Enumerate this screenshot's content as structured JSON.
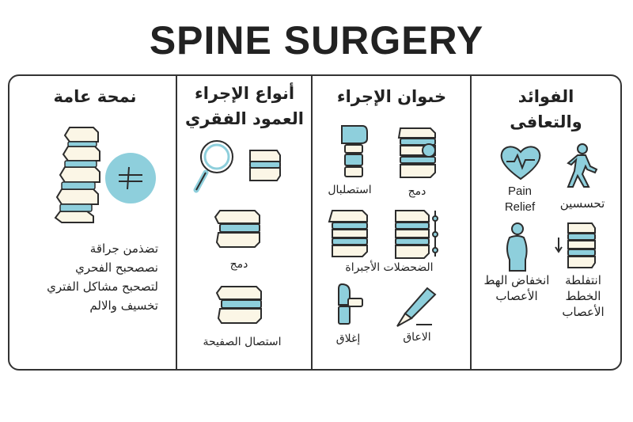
{
  "title": "SPINE SURGERY",
  "palette": {
    "accent": "#8ecfdc",
    "bone": "#fbf6e6",
    "outline": "#2c2c2c"
  },
  "columns": {
    "overview": {
      "heading": "نمحة عامة",
      "text_lines": [
        "تضذمن جراقة",
        "نصصحبح الفحري",
        "لتصحبح مشاكل الفتري",
        "تخسيف والالم"
      ]
    },
    "types": {
      "heading_lines": [
        "أنواع الإجراء",
        "العمود الفقري"
      ],
      "items": [
        "دمج",
        "استصال الصفيحة"
      ]
    },
    "steps": {
      "heading": "خىوان الإجراء",
      "items": [
        "استصلبال",
        "دمج",
        "الضحضلات الأجبراة",
        "إغلاق",
        "الاعاق"
      ]
    },
    "benefits": {
      "heading_lines": [
        "الفوائد",
        "والتعافى"
      ],
      "items": [
        "Pain Relief",
        "تحسسين",
        "انخفاض الهط الأعصاب",
        "انتفلطة الخطط الأعصاب"
      ]
    }
  }
}
